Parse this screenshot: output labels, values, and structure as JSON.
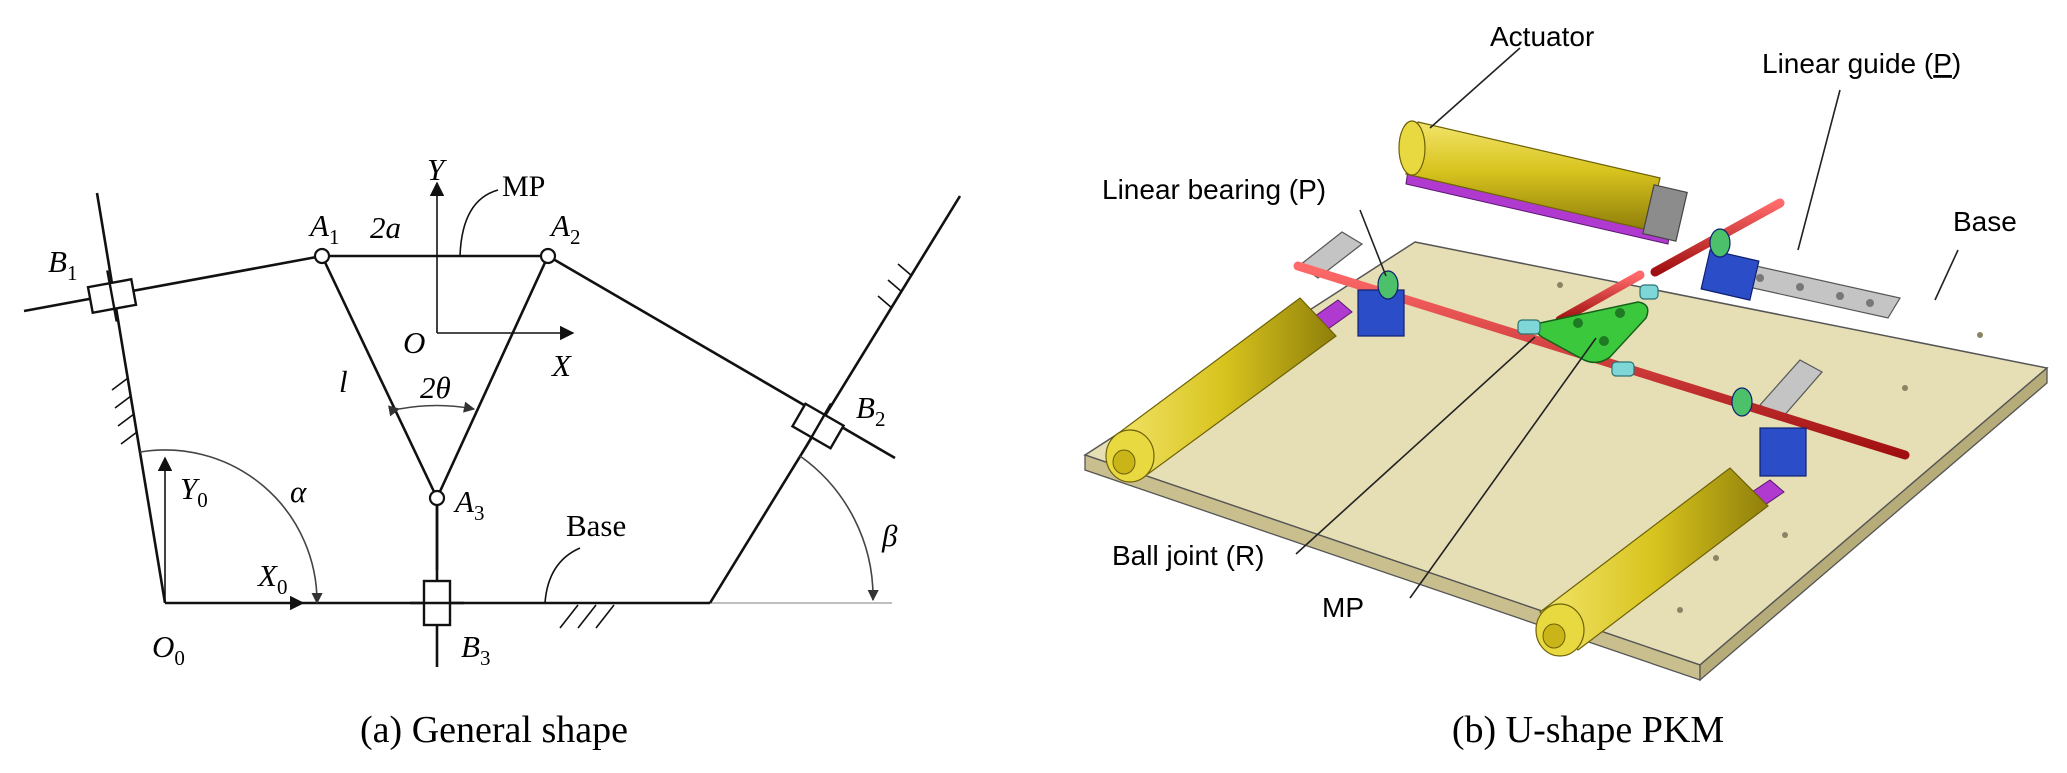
{
  "panel_a": {
    "caption": "(a) General shape",
    "symbols": {
      "B1": [
        "B",
        "1"
      ],
      "B2": [
        "B",
        "2"
      ],
      "B3": [
        "B",
        "3"
      ],
      "A1": [
        "A",
        "1"
      ],
      "A2": [
        "A",
        "2"
      ],
      "A3": [
        "A",
        "3"
      ],
      "O0": [
        "O",
        "0"
      ],
      "X0": [
        "X",
        "0"
      ],
      "Y0": [
        "Y",
        "0"
      ],
      "Y": "Y",
      "X": "X",
      "O": "O",
      "MP": "MP",
      "two_a": "2a",
      "l": "l",
      "two_theta": "2θ",
      "alpha": "α",
      "beta": "β",
      "base": "Base"
    }
  },
  "panel_b": {
    "caption": "(b) U-shape PKM",
    "labels": {
      "actuator": "Actuator",
      "linear_guide_prefix": "Linear guide (",
      "linear_guide_P": "P",
      "linear_guide_suffix": ")",
      "linear_bearing": "Linear bearing (P)",
      "base": "Base",
      "ball_joint": "Ball joint (R)",
      "mp": "MP"
    },
    "colors": {
      "base_top": "#e6dfb5",
      "base_side": "#c9bf8e",
      "actuator": "#d8c41e",
      "actuator_dark": "#a8960f",
      "rail": "#b03ad0",
      "rod": "#d42424",
      "bearing": "#2c4dc8",
      "platform": "#3cc83c",
      "guide": "#c4c4c4",
      "joint": "#7fd6d6"
    }
  }
}
